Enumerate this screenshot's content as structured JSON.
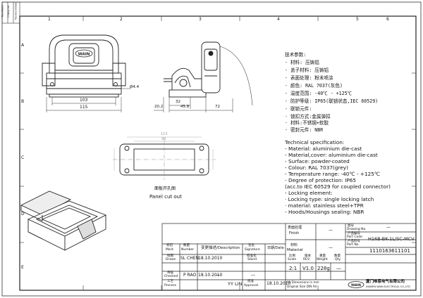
{
  "frame": {
    "columns": [
      "1",
      "2",
      "3",
      "4",
      "5",
      "6"
    ],
    "rows": [
      "A",
      "B",
      "C",
      "D",
      "E"
    ],
    "side_labels": [
      "Rev./Data",
      "Chang.lot.",
      "Revision/Data"
    ]
  },
  "dimensions": {
    "front_width_inner": "103",
    "front_width_outer": "115",
    "hole_dia": "Ø4.4",
    "side_a": "20.2",
    "side_b": "32",
    "side_c": "45.8",
    "side_d": "72",
    "panel_outer": "113",
    "panel_inner": "98"
  },
  "panel_cutout": {
    "cn": "面板开孔图",
    "en": "Panel cut out"
  },
  "specs_cn": {
    "title": "技术参数:",
    "items": [
      "- 材料: 压铸铝",
      "- 盖子材料: 压铸铝",
      "- 表面处理: 粉末喷涂",
      "- 颜色: RAL 7037(灰色)",
      "- 温度范围: -40℃ - +125℃",
      "- 防护等级: IP65(联锁状态,IEC 60529)",
      "- 联锁元件:",
      "    · 锁扣方式:金属弹扣",
      "    · 材料:不锈钢+软胶",
      "- 密封元件: NBR"
    ]
  },
  "specs_en": {
    "title": "Technical specification:",
    "items": [
      "- Material: aluminium die-cast",
      "- Material,cover: aluminium die-cast",
      "- Surface: powder-coated",
      "- Colour: RAL 7037(grey)",
      "- Temperature range: -40℃ - +125℃",
      "- Degree of protection: IP65",
      "  (acc.to IEC 60529 for coupled connector)",
      "- Locking element:",
      "   · Locking type: single locking latch",
      "   · material: stainless steel+TPR",
      "- Hoods/Housings sealing: NBR"
    ]
  },
  "title_block": {
    "finish_label_cn": "表面处理",
    "finish_label_en": "Finish",
    "finish_value": "—",
    "material_label_cn": "材料",
    "material_label_en": "Material",
    "material_value": "—",
    "drawing_no_cn": "图号",
    "drawing_no_en": "Drawing No.",
    "drawing_no_value": "—",
    "part_code_cn": "产品编号",
    "part_code_en": "Part Code",
    "part_code_value": "H16B-BK-1L/SC-MCV",
    "part_no_cn": "产品料号",
    "part_no_en": "Part No.",
    "part_no_value": "1110163611101",
    "scale_cn": "比例",
    "scale_en": "Scale",
    "scale_value": "2:1",
    "revision_cn": "版本",
    "revision_en": "REV.",
    "revision_value": "V1.0",
    "weight_cn": "重量",
    "weight_en": "Weight",
    "weight_value": "228g",
    "qty_cn": "数量",
    "qty_en": "Qty.",
    "qty_value": "—",
    "mark_cn": "标记",
    "mark_en": "Mark",
    "num_cn": "数量",
    "num_en": "Number",
    "change_cn": "变更描述",
    "change_en": "Description",
    "sign_cn": "签名",
    "sign_en": "Signature",
    "date_cn": "日期",
    "date_en": "Date",
    "drawn_cn": "绘图",
    "drawn_en": "Drawn",
    "drawn_by": "SL CHEN",
    "drawn_date": "18.10.2010",
    "checked_cn": "审核",
    "checked_en": "Checked",
    "checked_by": "P RAO",
    "checked_date": "18.10.2010",
    "process_cn": "工艺",
    "process_en": "Process",
    "process_by": "—",
    "sheet_cn": "标准化",
    "sheet_en": "Stand",
    "approved_cn": "批准",
    "approved_en": "Approval",
    "approved_by": "YY LIN",
    "approved_date": "18.10.2010",
    "tolerance_note": "All Dimensions in mm",
    "tolerance_note2": "Original Size DIN A4",
    "company_cn": "厦门唯恩电气有限公司",
    "company_en": "XIAMEN WAIN ELECTRICAL CO.,LTD",
    "logo_text": "WAIN"
  },
  "colors": {
    "line": "#222222",
    "frame": "#333333",
    "hidden": "#888888"
  }
}
